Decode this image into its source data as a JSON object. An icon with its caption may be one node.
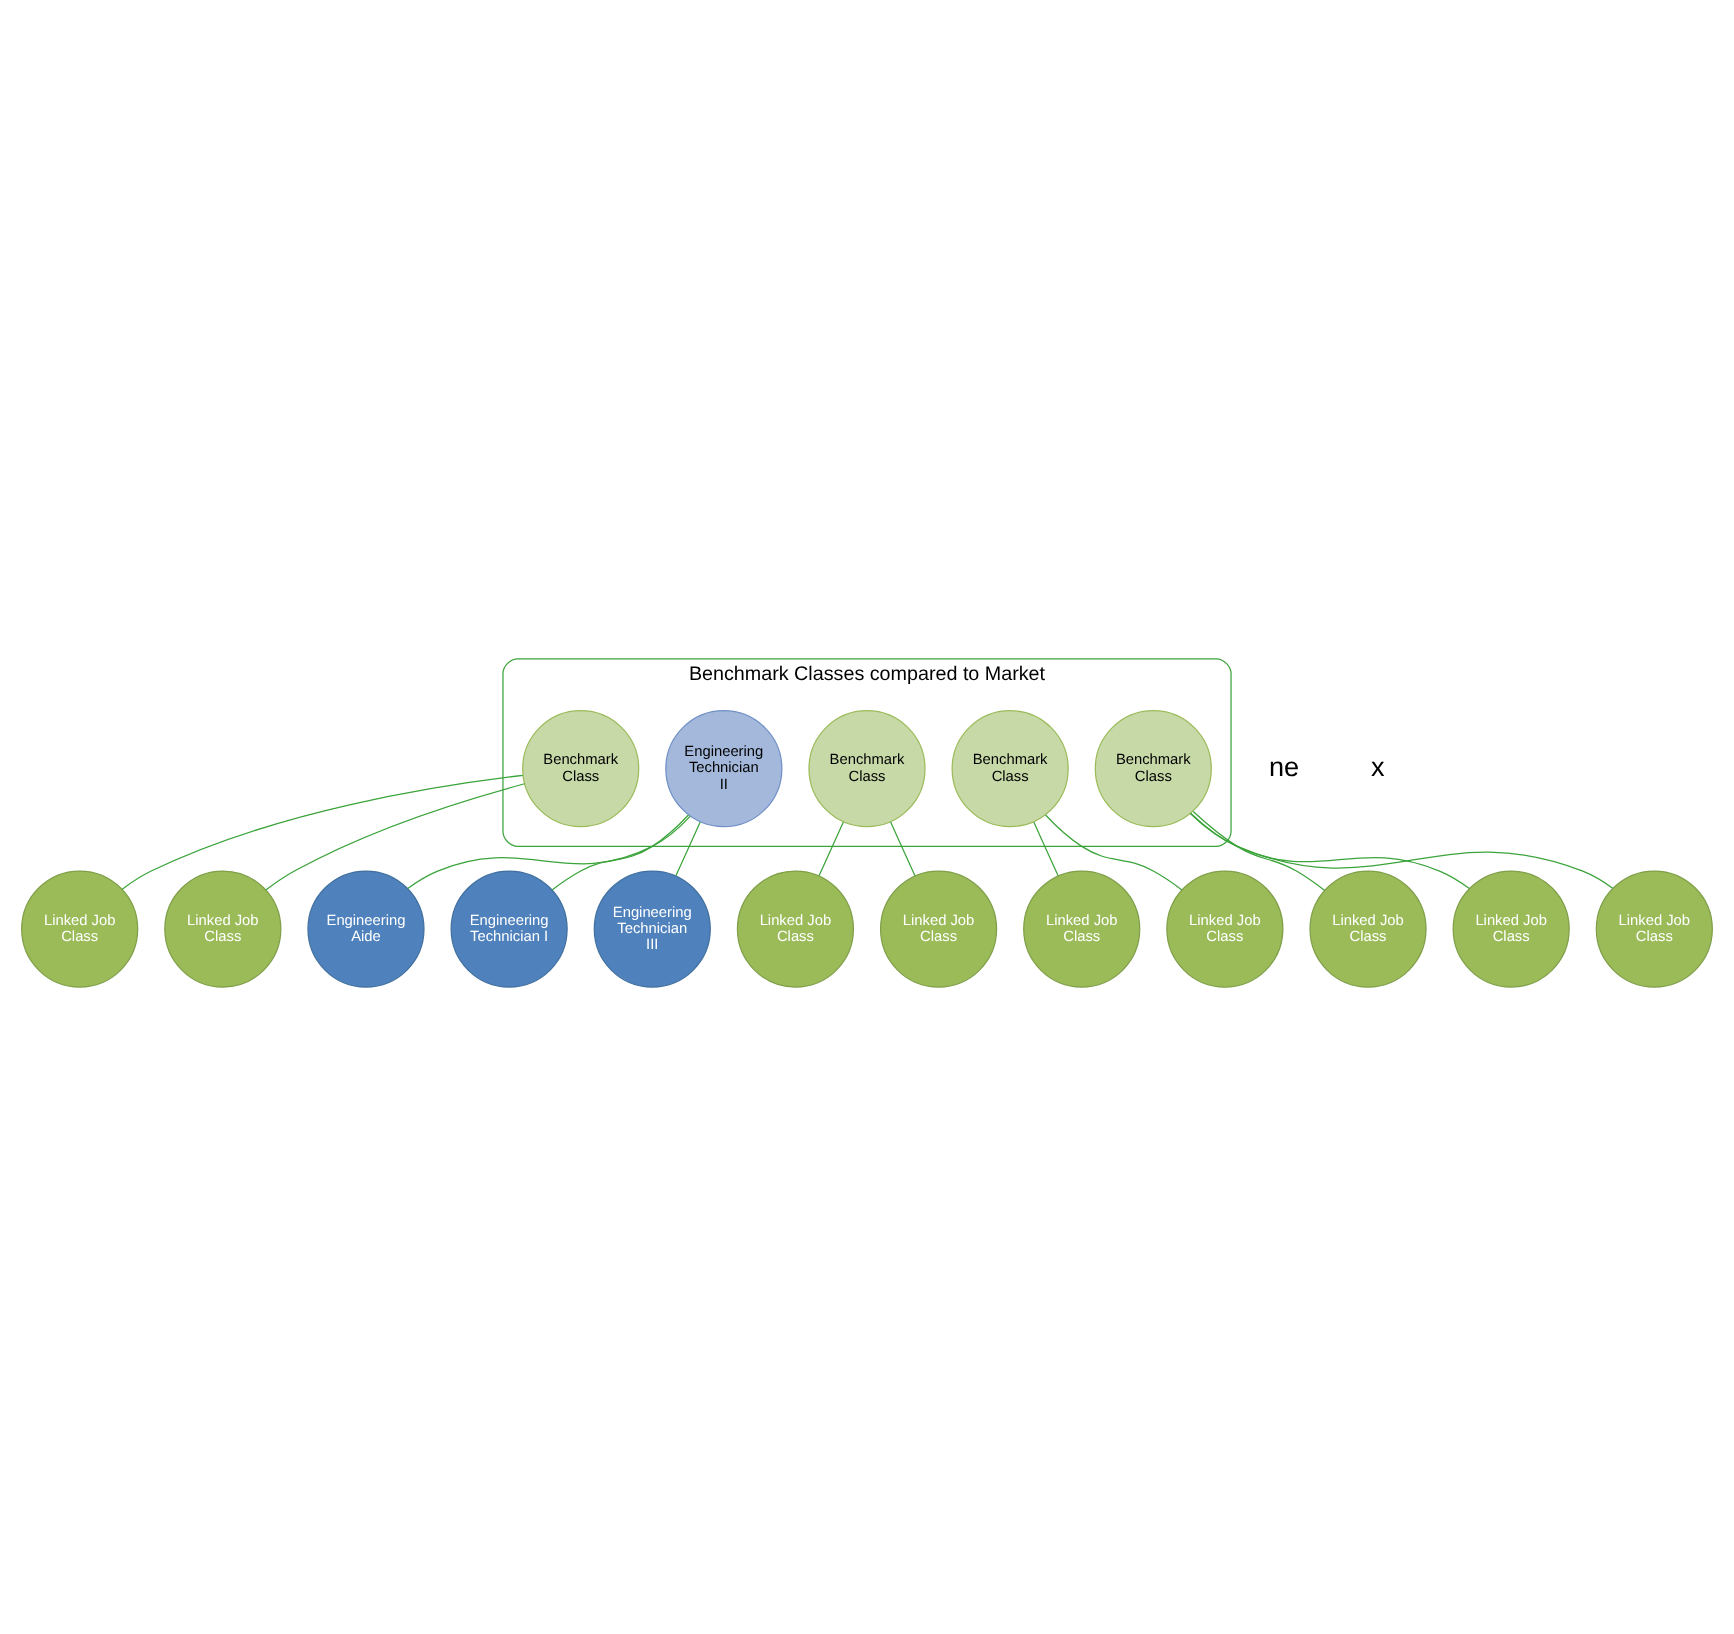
{
  "diagram": {
    "nodes": [
      {
        "text": [
          "Benchmark Classes compared to Market"
        ]
      },
      {
        "text": [
          "Benchmark Class"
        ],
        "in": 0
      },
      {
        "text": [
          "Engineering Technician II"
        ],
        "in": 0
      },
      {
        "text": [
          "Benchmark Class"
        ],
        "in": 0
      },
      {
        "text": [
          "Benchmark Class"
        ],
        "in": 0
      },
      {
        "text": [
          "Benchmark Class"
        ],
        "in": 0
      },
      {
        "text": [
          "Engineering Aide"
        ]
      },
      {
        "text": [
          "Engineering Technician I"
        ]
      },
      {
        "text": [
          "Engineering Technician III"
        ]
      },
      {
        "text": [
          "Linked Job Class"
        ]
      },
      {
        "text": [
          "Linked Job Class"
        ]
      },
      {
        "text": [
          "Linked Job Class"
        ]
      },
      {
        "text": [
          "Linked Job Class"
        ]
      },
      {
        "text": [
          "Linked Job Class"
        ]
      },
      {
        "text": [
          "Linked Job Class"
        ]
      },
      {
        "text": [
          "Linked Job Class"
        ]
      },
      {
        "text": [
          "Linked Job Class"
        ]
      },
      {
        "text": [
          "Linked Job Class"
        ]
      }
    ],
    "edges": [
      {
        "from": 6,
        "to": 2,
        "arrow": "none"
      },
      {
        "from": 7,
        "to": 2,
        "arrow": "none"
      },
      {
        "from": 9,
        "to": 1,
        "arrow": "none"
      },
      {
        "from": 10,
        "to": 1,
        "arrow": "none"
      },
      {
        "from": 2,
        "to": 8,
        "arrow": "none"
      },
      {
        "from": 11,
        "to": 3,
        "arrow": "none"
      },
      {
        "from": 12,
        "to": 3,
        "arrow": "none"
      },
      {
        "from": 5,
        "to": 16,
        "arrow": "none"
      },
      {
        "from": 5,
        "to": 17,
        "arrow": "none"
      },
      {
        "from": 5,
        "to": 15,
        "arrow": "none"
      },
      {
        "from": 4,
        "to": 13,
        "arrow": "none"
      },
      {
        "from": 4,
        "to": 14,
        "arrow": "none"
      }
    ],
    "labels": [
      "ne",
      "x"
    ]
  }
}
